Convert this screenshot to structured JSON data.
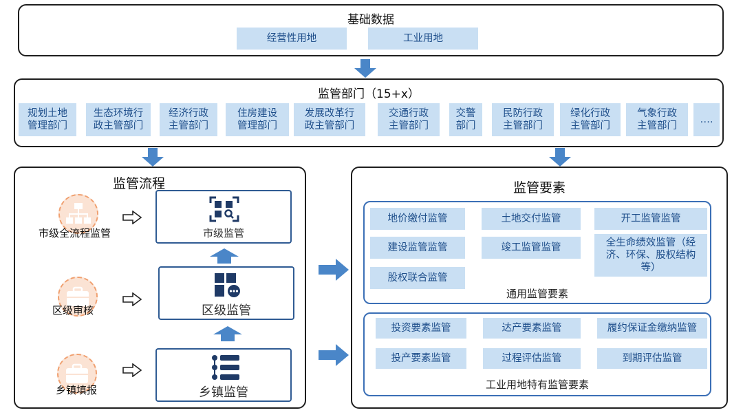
{
  "basic_data": {
    "title": "基础数据",
    "items": [
      "经营性用地",
      "工业用地"
    ]
  },
  "departments": {
    "title": "监管部门（15+x）",
    "items": [
      [
        "规划土地",
        "管理部门"
      ],
      [
        "生态环境行",
        "政主管部门"
      ],
      [
        "经济行政",
        "主管部门"
      ],
      [
        "住房建设",
        "管理部门"
      ],
      [
        "发展改革行",
        "政主管部门"
      ],
      [
        "交通行政",
        "主管部门"
      ],
      [
        "交警",
        "部门"
      ],
      [
        "民防行政",
        "主管部门"
      ],
      [
        "绿化行政",
        "主管部门"
      ],
      [
        "气象行政",
        "主管部门"
      ],
      [
        "…."
      ]
    ]
  },
  "process": {
    "title": "监管流程",
    "levels": [
      {
        "label": "市级监管",
        "icon": "qr-scan-icon"
      },
      {
        "label": "区级监管",
        "icon": "building-chat-icon"
      },
      {
        "label": "乡镇监管",
        "icon": "list-icon"
      }
    ],
    "roles": [
      {
        "label": "市级全流程监管",
        "icon": "org-chart-icon"
      },
      {
        "label": "区级审核",
        "icon": "briefcase-icon"
      },
      {
        "label": "乡镇填报",
        "icon": "briefcase-icon"
      }
    ]
  },
  "elements": {
    "title": "监管要素",
    "general": {
      "caption": "通用监管要素",
      "items": [
        "地价缴付监管",
        "土地交付监管",
        "开工监管监管",
        "建设监管监管",
        "竣工监管监管",
        "全生命绩效监管（经济、环保、股权结构等）",
        "股权联合监管"
      ]
    },
    "industrial": {
      "caption": "工业用地特有监管要素",
      "items": [
        "投资要素监管",
        "达产要素监管",
        "履约保证金缴纳监管",
        "投产要素监管",
        "过程评估监管",
        "到期评估监管"
      ]
    }
  },
  "colors": {
    "arrow": "#4a86c8",
    "cell_bg": "#c9dff3",
    "cell_text": "#1f4f8b",
    "icon_circle": "#fbe3d4",
    "icon_dark": "#1f3a66"
  }
}
